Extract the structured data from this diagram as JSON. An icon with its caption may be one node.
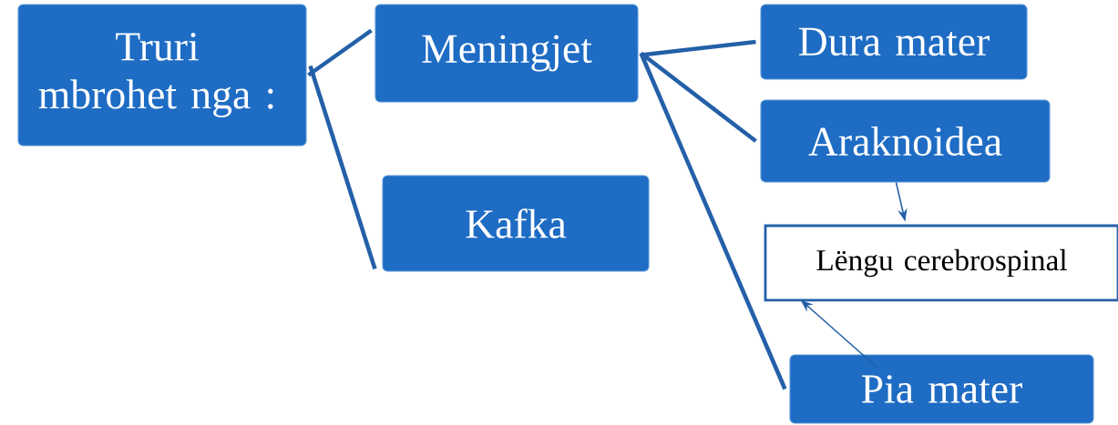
{
  "diagram": {
    "nodes": [
      {
        "text": [
          "Truri mbrohet nga :"
        ]
      },
      {
        "text": [
          "Meningjet"
        ]
      },
      {
        "text": [
          "Kafka"
        ]
      },
      {
        "text": [
          "Dura mater"
        ]
      },
      {
        "text": [
          "Araknoidea"
        ]
      },
      {
        "text": [
          "Lëngu cerebrospinal"
        ]
      },
      {
        "text": [
          "Pia mater"
        ]
      }
    ],
    "edges": [
      {
        "from": 0,
        "to": 1,
        "arrow": "none"
      },
      {
        "from": 0,
        "to": 2,
        "arrow": "none"
      },
      {
        "from": 1,
        "to": 3,
        "arrow": "none"
      },
      {
        "from": 1,
        "to": 4,
        "arrow": "none"
      },
      {
        "from": 1,
        "to": 6,
        "arrow": "none"
      },
      {
        "from": 4,
        "to": 5,
        "arrow": "to"
      },
      {
        "from": 6,
        "to": 5,
        "arrow": "to"
      }
    ]
  }
}
